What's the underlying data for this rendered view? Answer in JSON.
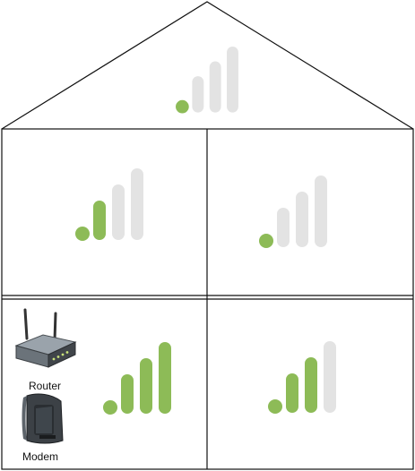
{
  "colors": {
    "active": "#8dbb57",
    "inactive": "#e3e3e3",
    "outline": "#111111",
    "background": "#ffffff"
  },
  "rooms": [
    {
      "name": "attic",
      "signal_bars": 1,
      "total_bars": 4
    },
    {
      "name": "upper-left-room",
      "signal_bars": 2,
      "total_bars": 4
    },
    {
      "name": "upper-right-room",
      "signal_bars": 1,
      "total_bars": 4
    },
    {
      "name": "lower-left-room",
      "signal_bars": 4,
      "total_bars": 4
    },
    {
      "name": "lower-right-room",
      "signal_bars": 3,
      "total_bars": 4
    }
  ],
  "devices": {
    "router": {
      "label": "Router",
      "icon": "router-icon"
    },
    "modem": {
      "label": "Modem",
      "icon": "modem-icon"
    }
  }
}
